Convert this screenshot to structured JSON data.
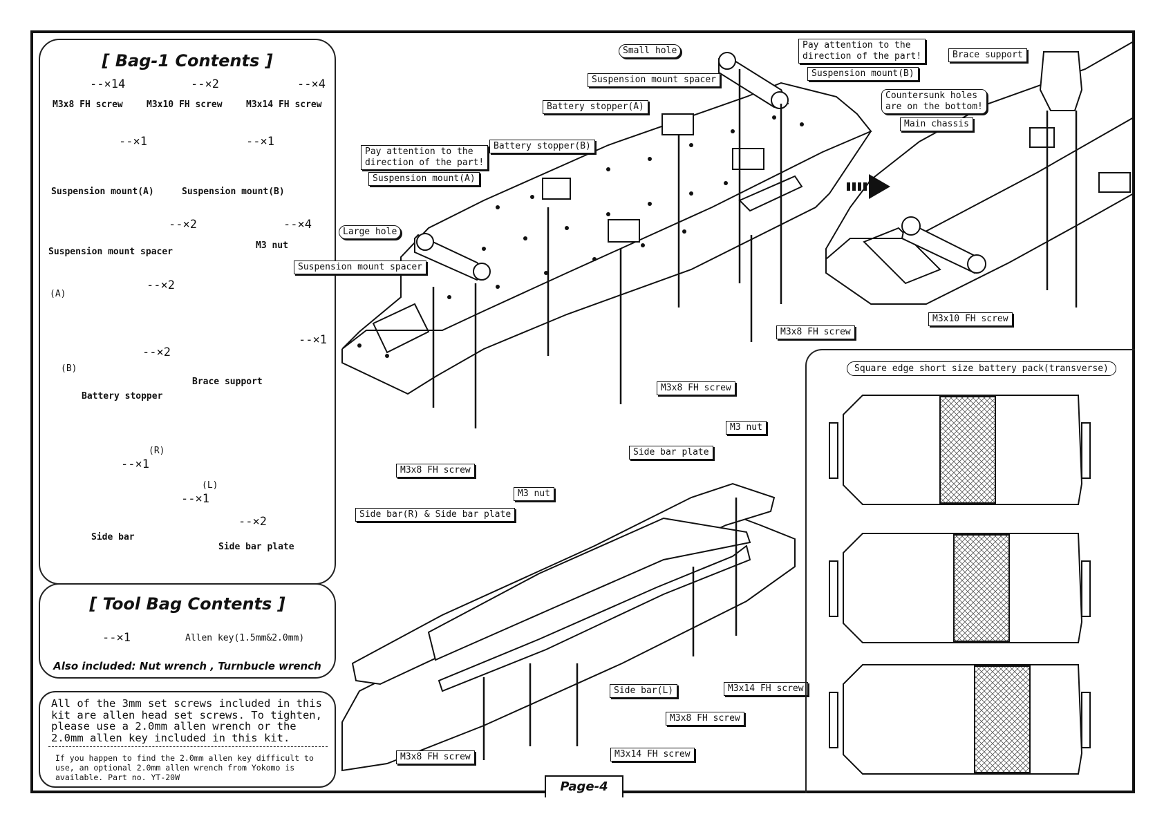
{
  "bag1": {
    "title": "[ Bag-1 Contents ]",
    "screws": [
      {
        "label": "M3x8 FH screw",
        "qty": "--×14"
      },
      {
        "label": "M3x10 FH screw",
        "qty": "--×2"
      },
      {
        "label": "M3x14 FH screw",
        "qty": "--×4"
      }
    ],
    "susp_a": {
      "label": "Suspension mount(A)",
      "qty": "--×1"
    },
    "susp_b": {
      "label": "Suspension mount(B)",
      "qty": "--×1"
    },
    "spacer": {
      "label": "Suspension mount spacer",
      "qty": "--×2"
    },
    "nut": {
      "label": "M3 nut",
      "qty": "--×4"
    },
    "battery_stopper": {
      "label": "Battery stopper",
      "a_tag": "(A)",
      "b_tag": "(B)",
      "a_qty": "--×2",
      "b_qty": "--×2"
    },
    "brace_support": {
      "label": "Brace support",
      "qty": "--×1"
    },
    "side_bar": {
      "label": "Side bar",
      "r_tag": "(R)",
      "l_tag": "(L)",
      "r_qty": "--×1",
      "l_qty": "--×1"
    },
    "side_bar_plate": {
      "label": "Side bar plate",
      "qty": "--×2"
    }
  },
  "toolbag": {
    "title": "[ Tool Bag Contents ]",
    "allen_qty": "--×1",
    "allen_label": "Allen key(1.5mm&2.0mm)",
    "also": "Also included: Nut wrench , Turnbucle wrench"
  },
  "note": {
    "main": "All of the 3mm set screws included in this kit are allen head set screws.  To tighten, please use a 2.0mm allen wrench or the 2.0mm allen key included in this kit.",
    "sub": "If you happen to find the 2.0mm allen key difficult to use, an optional 2.0mm allen wrench from Yokomo is available.  Part no. YT-20W"
  },
  "callouts": {
    "small_hole": "Small hole",
    "pay_attention_1": "Pay attention to the\ndirection of the part!",
    "susp_mount_b": "Suspension mount(B)",
    "susp_spacer_top": "Suspension mount spacer",
    "battery_stopper_a": "Battery stopper(A)",
    "battery_stopper_b": "Battery stopper(B)",
    "pay_attention_2": "Pay attention to the\ndirection of the part!",
    "susp_mount_a": "Suspension mount(A)",
    "large_hole": "Large hole",
    "susp_spacer_left": "Suspension mount spacer",
    "brace_support": "Brace support",
    "countersunk": "Countersunk holes\nare on the bottom!",
    "main_chassis": "Main chassis",
    "m3x10": "M3x10 FH screw",
    "m3x8_a": "M3x8 FH screw",
    "m3x8_b": "M3x8 FH screw",
    "m3x8_c": "M3x8 FH screw",
    "m3_nut_1": "M3 nut",
    "m3_nut_2": "M3 nut",
    "side_bar_plate": "Side bar plate",
    "side_bar_r": "Side bar(R) & Side bar plate",
    "side_bar_l": "Side bar(L)",
    "m3x14_a": "M3x14 FH screw",
    "m3x8_d": "M3x8 FH screw",
    "m3x8_e": "M3x8 FH screw",
    "m3x14_b": "M3x14 FH screw"
  },
  "battery_title": "Square edge short size battery pack(transverse)",
  "page_label": "Page-4"
}
